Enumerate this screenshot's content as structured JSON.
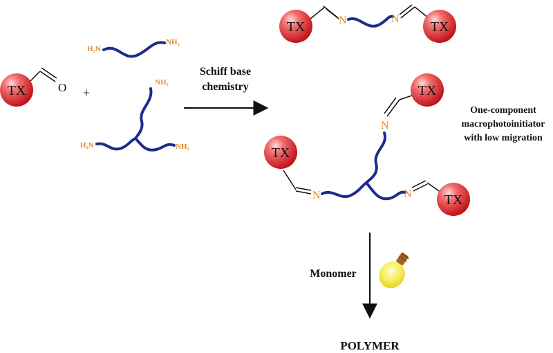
{
  "colors": {
    "tx_sphere": "#e53935",
    "chain": "#1f2b8a",
    "nitrogen_label": "#e88a2c",
    "bulb": "#f2e233",
    "bulb_base": "#a0612a"
  },
  "labels": {
    "tx": "TX",
    "aldehyde_o": "O",
    "plus": "+",
    "imine_n": "N",
    "amine_h2n": "H₂N",
    "amine_nh2": "NH₂",
    "arrow_label_line1": "Schiff base",
    "arrow_label_line2": "chemistry",
    "product_desc_line1": "One-component",
    "product_desc_line2": "macrophotoinitiator",
    "product_desc_line3": "with low migration",
    "monomer": "Monomer",
    "polymer": "POLYMER"
  },
  "icons": {
    "tx_sphere": "red-sphere",
    "light_source": "light-bulb-icon"
  }
}
